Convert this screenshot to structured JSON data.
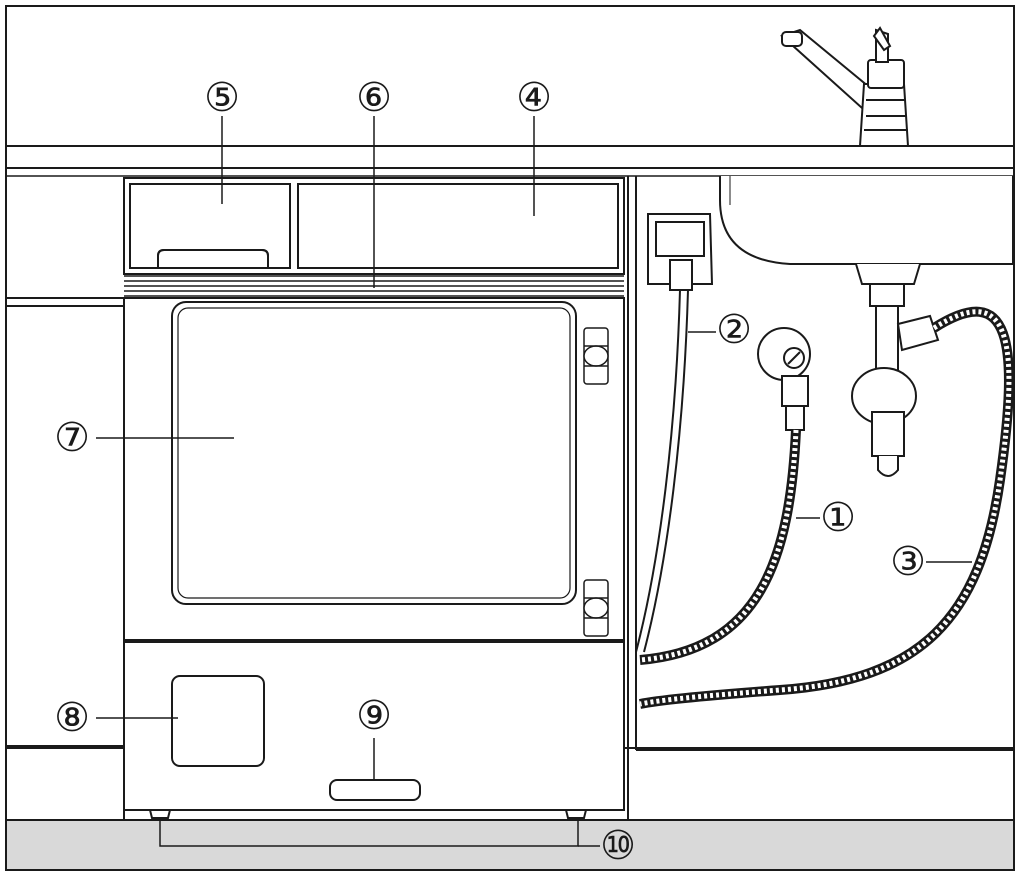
{
  "callouts": [
    {
      "id": "c1",
      "label": "①"
    },
    {
      "id": "c2",
      "label": "②"
    },
    {
      "id": "c3",
      "label": "③"
    },
    {
      "id": "c4",
      "label": "④"
    },
    {
      "id": "c5",
      "label": "⑤"
    },
    {
      "id": "c6",
      "label": "⑥"
    },
    {
      "id": "c7",
      "label": "⑦"
    },
    {
      "id": "c8",
      "label": "⑧"
    },
    {
      "id": "c9",
      "label": "⑨"
    },
    {
      "id": "c10",
      "label": "⑩"
    }
  ],
  "colors": {
    "line": "#1a1a1a",
    "floor": "#d9d9d9",
    "background": "#ffffff"
  }
}
